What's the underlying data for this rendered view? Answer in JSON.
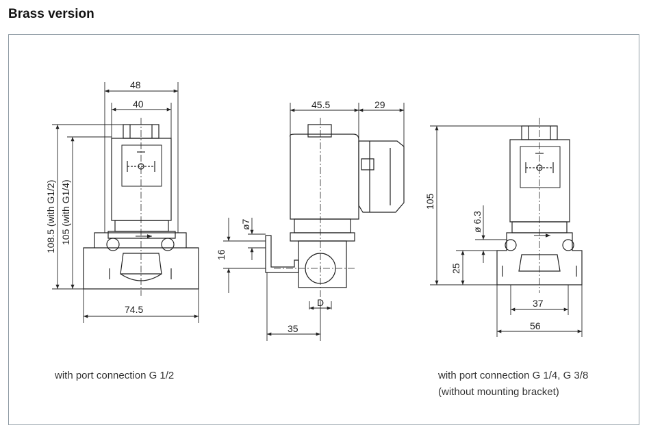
{
  "title": "Brass version",
  "dims": {
    "d48": "48",
    "d40": "40",
    "d108": "108.5 (with G1/2)",
    "d105g14": "105 (with G1/4)",
    "d74": "74.5",
    "d45": "45.5",
    "d29": "29",
    "d7": "ø7",
    "d16": "16",
    "dD": "D",
    "d35": "35",
    "d105": "105",
    "d63": "ø 6.3",
    "d25": "25",
    "d37": "37",
    "d56": "56"
  },
  "captions": {
    "left": "with port connection G 1/2",
    "right_line1": "with port connection G 1/4, G 3/8",
    "right_line2": "(without mounting bracket)"
  }
}
